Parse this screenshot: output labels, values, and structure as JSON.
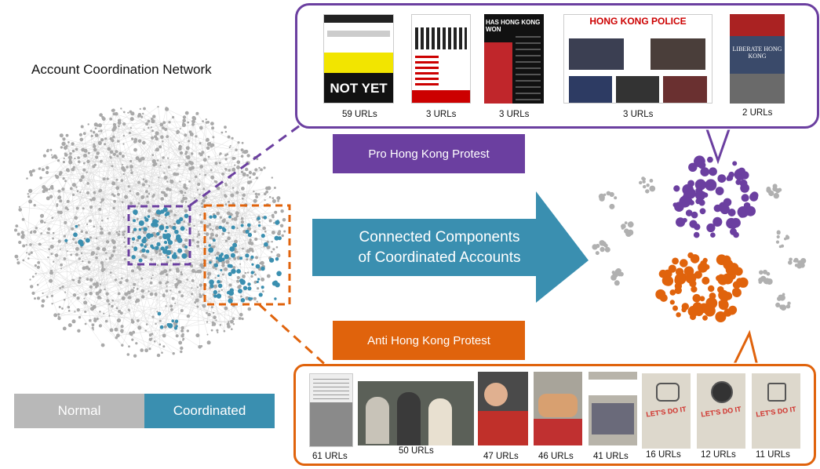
{
  "title": "Account Coordination Network",
  "arrow_label_line1": "Connected Components",
  "arrow_label_line2": "of Coordinated Accounts",
  "pro_label": "Pro Hong Kong Protest",
  "anti_label": "Anti Hong Kong Protest",
  "legend": {
    "normal": "Normal",
    "coordinated": "Coordinated"
  },
  "colors": {
    "normal": "#b8b8b8",
    "coordinated": "#3a8fb0",
    "pro": "#6b3fa0",
    "anti": "#e0630c",
    "arrow": "#3a8fb0"
  },
  "pro_items": [
    {
      "caption": "59 URLs",
      "headline": "NOT YET"
    },
    {
      "caption": "3 URLs"
    },
    {
      "caption": "3 URLs",
      "headline": "HAS HONG KONG WON"
    },
    {
      "caption": "3 URLs",
      "headline": "HONG KONG POLICE"
    },
    {
      "caption": "2 URLs",
      "headline": "LIBERATE HONG KONG"
    }
  ],
  "anti_items": [
    {
      "caption": "61 URLs"
    },
    {
      "caption": "50 URLs"
    },
    {
      "caption": "47 URLs"
    },
    {
      "caption": "46 URLs"
    },
    {
      "caption": "41 URLs"
    },
    {
      "caption": "16 URLs",
      "headline": "LET'S DO IT"
    },
    {
      "caption": "12 URLs",
      "headline": "LET'S DO IT"
    },
    {
      "caption": "11 URLs",
      "headline": "LET'S DO IT"
    }
  ]
}
